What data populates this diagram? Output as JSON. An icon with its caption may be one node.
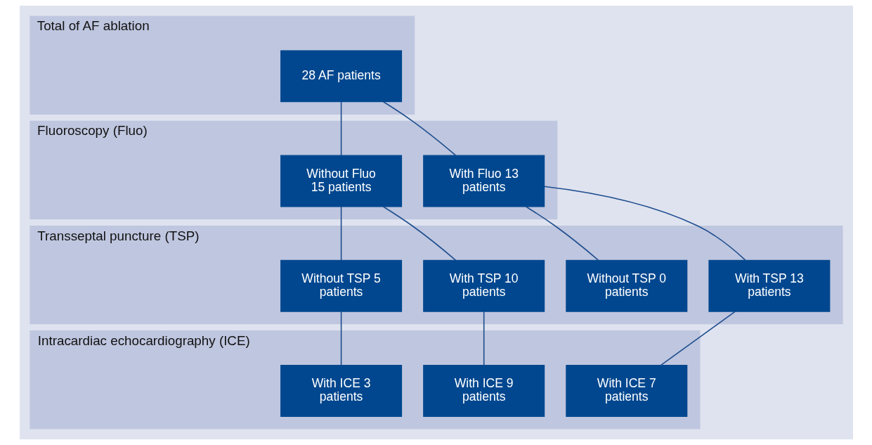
{
  "diagram": {
    "nodes": [
      {
        "text": [
          "Total of AF ablation"
        ]
      },
      {
        "text": [
          "28 AF patients"
        ],
        "in": 0
      },
      {
        "text": [
          "Fluoroscopy (Fluo)"
        ]
      },
      {
        "text": [
          "Without Fluo 15 patients"
        ],
        "in": 2
      },
      {
        "text": [
          "With Fluo 13 patients"
        ],
        "in": 2
      },
      {
        "text": [
          "Transseptal puncture (TSP)"
        ]
      },
      {
        "text": [
          "Without TSP 5 patients"
        ],
        "in": 5
      },
      {
        "text": [
          "With TSP 10 patients"
        ],
        "in": 5
      },
      {
        "text": [
          "Without TSP 0 patients"
        ],
        "in": 5
      },
      {
        "text": [
          "With TSP 13 patients"
        ],
        "in": 5
      },
      {
        "text": [
          "Intracardiac echocardiography (ICE)"
        ]
      },
      {
        "text": [
          "With ICE 3 patients"
        ],
        "in": 10
      },
      {
        "text": [
          "With ICE 9 patients"
        ],
        "in": 10
      },
      {
        "text": [
          "With ICE 7 patients"
        ],
        "in": 10
      }
    ],
    "edges": [
      {
        "from": 1,
        "to": 3,
        "arrow": "none"
      },
      {
        "from": 1,
        "to": 4,
        "arrow": "none"
      },
      {
        "from": 3,
        "to": 6,
        "arrow": "none"
      },
      {
        "from": 3,
        "to": 7,
        "arrow": "none"
      },
      {
        "from": 4,
        "to": 8,
        "arrow": "none"
      },
      {
        "from": 4,
        "to": 9,
        "arrow": "none"
      },
      {
        "from": 6,
        "to": 11,
        "arrow": "none"
      },
      {
        "from": 7,
        "to": 12,
        "arrow": "none"
      },
      {
        "from": 9,
        "to": 13,
        "arrow": "none"
      }
    ]
  }
}
